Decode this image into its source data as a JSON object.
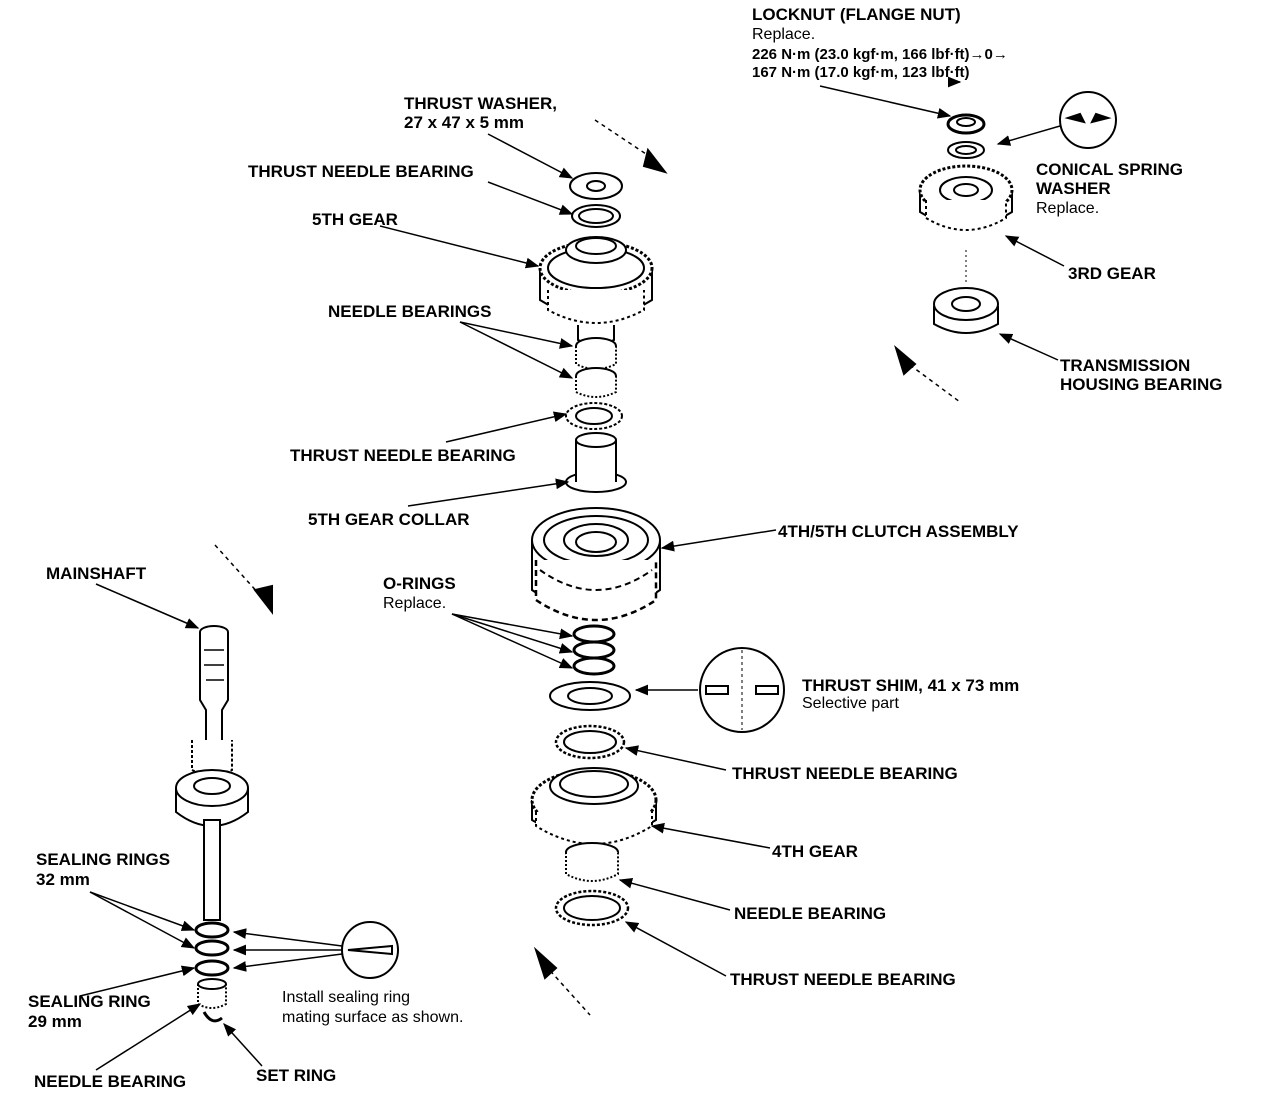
{
  "labels": {
    "locknut": "LOCKNUT (FLANGE NUT)",
    "locknut_note": "Replace.",
    "locknut_torque1": "226 N·m (23.0 kgf·m, 166 lbf·ft)→0→",
    "locknut_torque2": "167 N·m (17.0 kgf·m, 123 lbf·ft)",
    "thrust_washer": "THRUST WASHER,",
    "thrust_washer_size": "27 x 47 x 5 mm",
    "thrust_needle_bearing_top": "THRUST NEEDLE BEARING",
    "fifth_gear": "5TH GEAR",
    "needle_bearings": "NEEDLE BEARINGS",
    "thrust_needle_bearing_2": "THRUST NEEDLE BEARING",
    "fifth_gear_collar": "5TH GEAR COLLAR",
    "clutch_assembly": "4TH/5TH CLUTCH ASSEMBLY",
    "o_rings": "O-RINGS",
    "o_rings_note": "Replace.",
    "thrust_shim": "THRUST SHIM, 41 x 73 mm",
    "thrust_shim_note": "Selective part",
    "thrust_needle_bearing_3": "THRUST NEEDLE BEARING",
    "fourth_gear": "4TH GEAR",
    "needle_bearing_mid": "NEEDLE BEARING",
    "thrust_needle_bearing_4": "THRUST NEEDLE BEARING",
    "conical_spring_washer_1": "CONICAL SPRING",
    "conical_spring_washer_2": "WASHER",
    "conical_note": "Replace.",
    "third_gear": "3RD GEAR",
    "transmission_bearing_1": "TRANSMISSION",
    "transmission_bearing_2": "HOUSING BEARING",
    "mainshaft": "MAINSHAFT",
    "sealing_rings": "SEALING RINGS",
    "sealing_rings_size": "32 mm",
    "sealing_ring": "SEALING RING",
    "sealing_ring_size": "29 mm",
    "needle_bearing_bottom": "NEEDLE BEARING",
    "set_ring": "SET RING",
    "install_note_1": "Install sealing ring",
    "install_note_2": "mating surface as shown."
  }
}
